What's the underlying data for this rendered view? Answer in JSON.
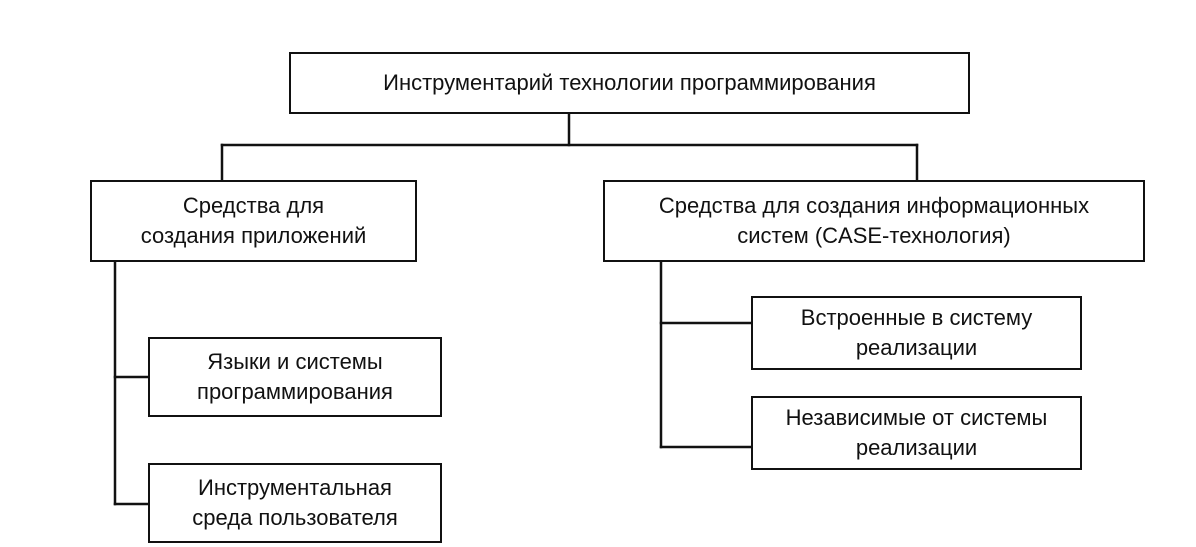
{
  "diagram": {
    "root": {
      "label": "Инструментарий технологии программирования"
    },
    "left_branch": {
      "label": "Средства для\nсоздания приложений",
      "children": [
        {
          "label": "Языки и системы\nпрограммирования"
        },
        {
          "label": "Инструментальная\nсреда пользователя"
        }
      ]
    },
    "right_branch": {
      "label": "Средства для создания информационных\nсистем (CASE-технология)",
      "children": [
        {
          "label": "Встроенные в систему\nреализации"
        },
        {
          "label": "Независимые от системы\nреализации"
        }
      ]
    }
  }
}
